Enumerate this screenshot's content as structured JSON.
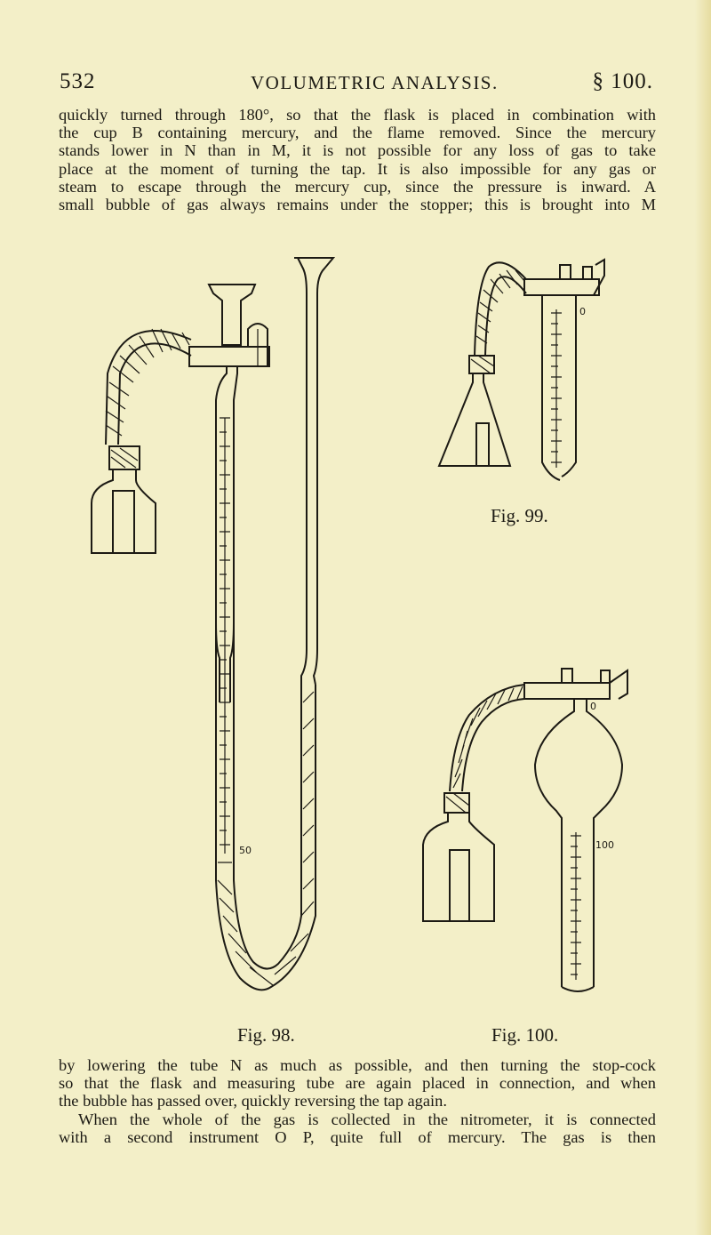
{
  "header": {
    "page_number": "532",
    "running_title": "VOLUMETRIC ANALYSIS.",
    "section": "§ 100."
  },
  "paragraph_top": [
    "quickly turned through 180°, so that the flask is placed in combination with",
    "the cup B containing mercury, and the flame removed. Since the mercury",
    "stands lower in N than in M, it is not possible for any loss of gas to take",
    "place at the moment of turning the tap. It is also impossible for any gas or",
    "steam to escape through the mercury cup, since the pressure is inward. A",
    "small bubble of gas always remains under the stopper; this is brought into M"
  ],
  "paragraph_bottom": [
    "by lowering the tube N as much as possible, and then turning the stop-cock",
    "so that the flask and measuring tube are again placed in connection, and when",
    "the bubble has passed over, quickly reversing the tap again.",
    "When the whole of the gas is collected in the nitrometer, it is connected",
    "with a second instrument O P, quite full of mercury. The gas is then"
  ],
  "figures": {
    "fig98": {
      "caption": "Fig. 98.",
      "scale_label": "50"
    },
    "fig99": {
      "caption": "Fig. 99.",
      "scale_label": "0"
    },
    "fig100": {
      "caption": "Fig. 100.",
      "scale_label_top": "0",
      "scale_label_bottom": "100"
    }
  }
}
